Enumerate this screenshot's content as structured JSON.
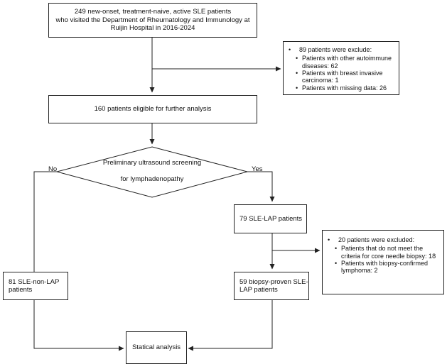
{
  "boxes": {
    "top": {
      "line1": "249 new-onset, treatment-naive, active SLE patients",
      "line2": "who visited the Department of Rheumatology and Immunology at",
      "line3": "Ruijin Hospital in 2016-2024"
    },
    "excluded1": {
      "header": "89  patients were exclude:",
      "items": [
        "Patients with other autoimmune diseases: 62",
        "Patients with breast invasive carcinoma: 1",
        "Patients with missing data: 26"
      ]
    },
    "eligible": "160 patients eligible for further analysis",
    "decision": {
      "line1": "Preliminary ultrasound screening",
      "line2": "for lymphadenopathy",
      "yes": "Yes",
      "no": "No"
    },
    "lap": "79 SLE-LAP  patients",
    "excluded2": {
      "header": "20 patients were excluded:",
      "items": [
        "Patients that do not meet the criteria for core needle biopsy: 18",
        "Patients with biopsy-confirmed lymphoma: 2"
      ]
    },
    "nonlap": "81 SLE-non-LAP patients",
    "biopsy": "59 biopsy-proven SLE-LAP patients",
    "analysis": "Statical analysis"
  }
}
